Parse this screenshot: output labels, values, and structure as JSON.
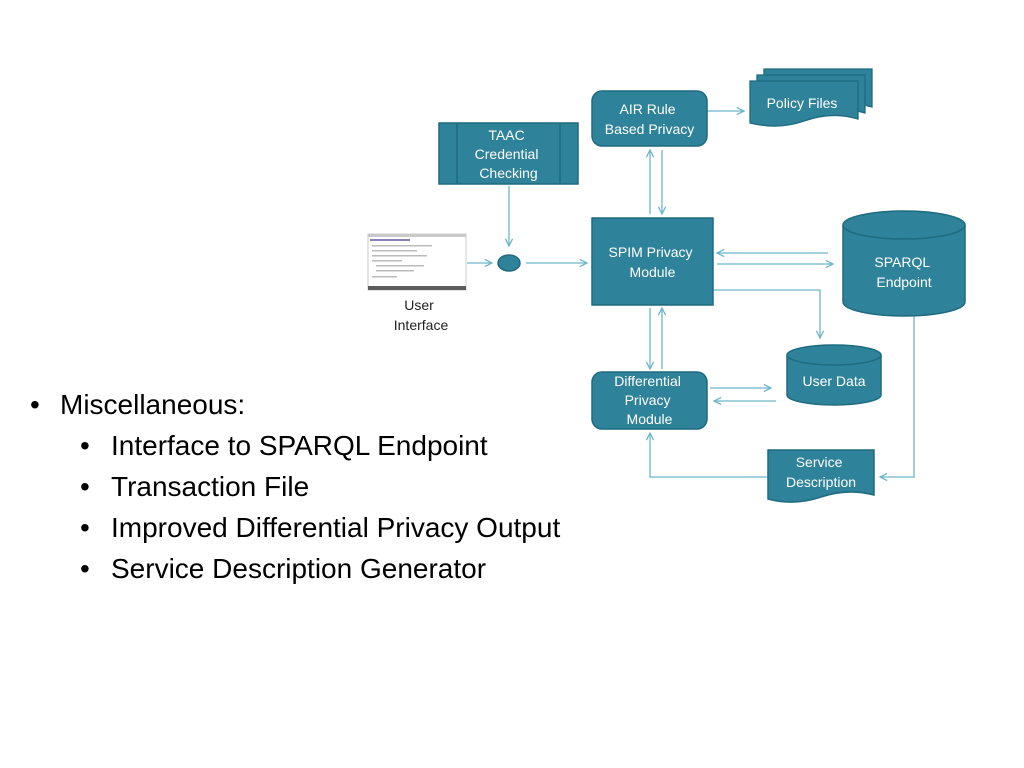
{
  "colors": {
    "node_fill": "#2e8299",
    "node_stroke": "#1f6b80",
    "node_text": "#ffffff",
    "arrow": "#6cb6c9"
  },
  "diagram": {
    "nodes": {
      "air": {
        "lines": [
          "AIR Rule",
          "Based Privacy"
        ]
      },
      "policy": {
        "lines": [
          "Policy Files"
        ]
      },
      "taac": {
        "lines": [
          "TAAC",
          "Credential",
          "Checking"
        ]
      },
      "spim": {
        "lines": [
          "SPIM Privacy",
          "Module"
        ]
      },
      "sparql": {
        "lines": [
          "SPARQL",
          "Endpoint"
        ]
      },
      "user_data": {
        "lines": [
          "User Data"
        ]
      },
      "diff": {
        "lines": [
          "Differential",
          "Privacy",
          "Module"
        ]
      },
      "service": {
        "lines": [
          "Service",
          "Description"
        ]
      },
      "user_interface": {
        "lines": [
          "User",
          "Interface"
        ],
        "icon": "browser-window-thumbnail"
      }
    }
  },
  "bullets": {
    "items": [
      {
        "text": "Miscellaneous:",
        "level": 1
      },
      {
        "text": "Interface to SPARQL Endpoint",
        "level": 2
      },
      {
        "text": "Transaction File",
        "level": 2
      },
      {
        "text": "Improved Differential Privacy Output",
        "level": 2
      },
      {
        "text": "Service Description Generator",
        "level": 2
      }
    ]
  },
  "bullet_glyph": "•"
}
